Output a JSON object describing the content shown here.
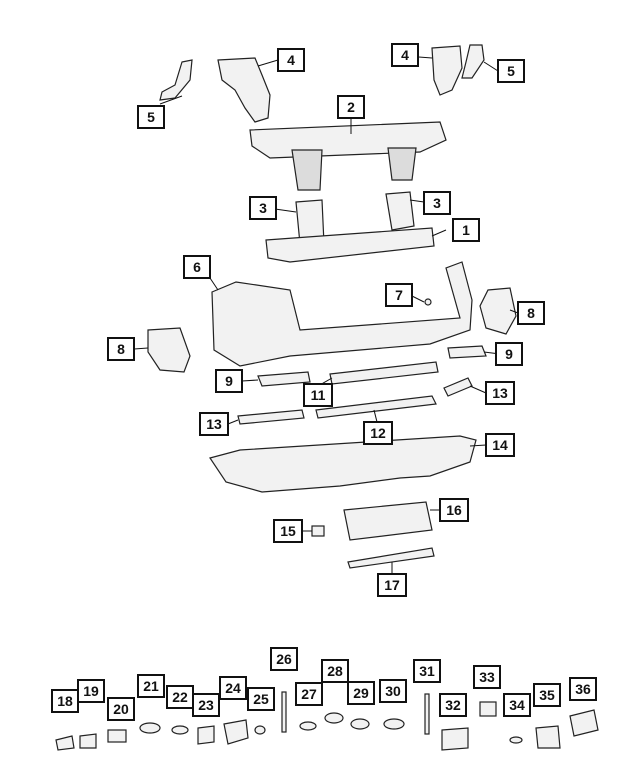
{
  "callouts": [
    "1",
    "2",
    "3",
    "4",
    "5",
    "6",
    "7",
    "8",
    "9",
    "11",
    "12",
    "13",
    "14",
    "15",
    "16",
    "17",
    "18",
    "19",
    "20",
    "21",
    "22",
    "23",
    "24",
    "25",
    "26",
    "27",
    "28",
    "29",
    "30",
    "31",
    "32",
    "33",
    "34",
    "35",
    "36"
  ]
}
